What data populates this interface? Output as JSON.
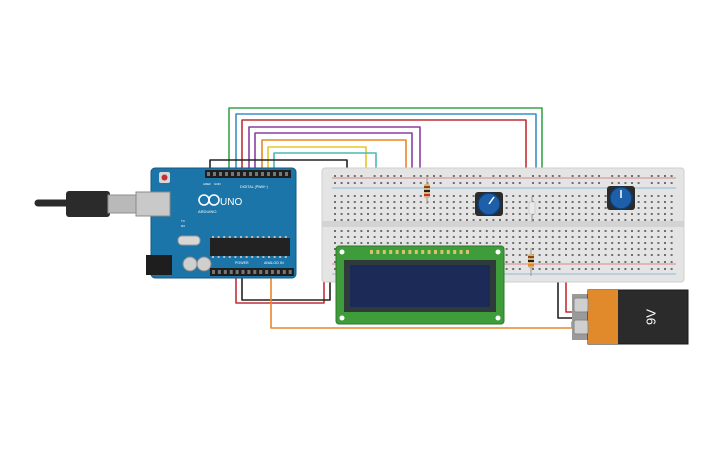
{
  "arduino": {
    "brand": "ARDUINO",
    "model": "UNO",
    "digital_label": "DIGITAL (PWM~)",
    "power_label": "POWER",
    "analog_label": "ANALOG IN",
    "aref_label": "AREF",
    "gnd_label": "GND",
    "tx_label": "TX",
    "rx_label": "RX"
  },
  "battery": {
    "label": "9V"
  },
  "colors": {
    "arduino_board": "#1b75a8",
    "breadboard": "#e4e4e4",
    "lcd_board": "#3f9c3a",
    "lcd_screen": "#1c2a57",
    "potentiometer": "#1d5fa8",
    "battery_body": "#2b2b2b",
    "battery_terminal": "#e08a2c",
    "wire_green": "#3aa34a",
    "wire_blue": "#3b8fc7",
    "wire_red": "#c22f34",
    "wire_purple": "#8c3fa2",
    "wire_orange": "#e8872a",
    "wire_yellow": "#e6c72b",
    "wire_teal": "#4fb8b0",
    "wire_black": "#222222"
  }
}
